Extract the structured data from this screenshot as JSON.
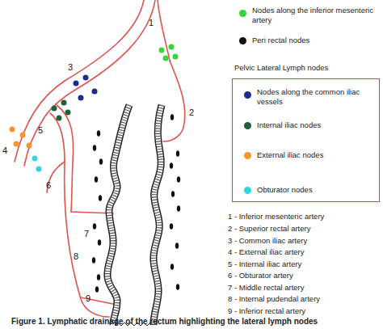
{
  "diagram": {
    "caption": "Figure 1. Lymphatic drainage of the rectum highlighting the lateral lymph nodes",
    "nodes": [
      {
        "text": [
          "Pelvic Lateral Lymph nodes"
        ]
      }
    ],
    "labels": [
      "1",
      "2",
      "3",
      "4",
      "5",
      "6",
      "7",
      "8",
      "9",
      "1 - Inferior mesenteric artery",
      "2 - Superior rectal artery",
      "3 - Common iliac artery",
      "4 - External iliac artery",
      "5 - Internal iliac artery",
      "6 - Obturator artery",
      "7 - Middle rectal artery",
      "8 - Internal pudendal artery",
      "9 - Inferior rectal artery"
    ],
    "legend": [
      {
        "text": "Nodes along the inferior mesenteric artery",
        "color": "#35d63a"
      },
      {
        "text": "Peri rectal nodes",
        "color": "#111111"
      },
      {
        "text": "Nodes along the common iliac vessels",
        "color": "#1f2a8a"
      },
      {
        "text": "Internal iliac nodes",
        "color": "#1e5f3c"
      },
      {
        "text": "External iliac nodes",
        "color": "#f7962e"
      },
      {
        "text": "Obturator nodes",
        "color": "#36d3e6"
      }
    ]
  }
}
